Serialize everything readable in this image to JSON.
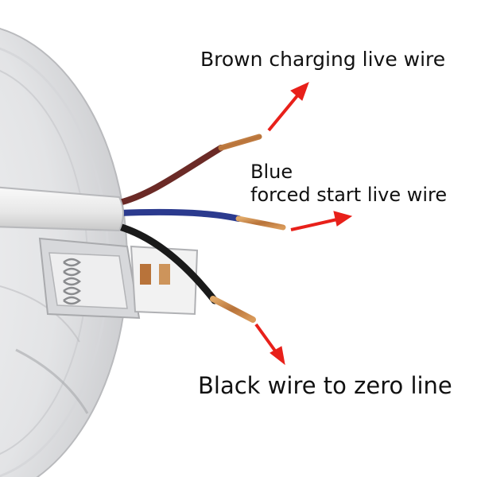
{
  "labels": {
    "brown": "Brown charging live wire",
    "blue_line1": "Blue",
    "blue_line2": "forced start live wire",
    "black": "Black wire to zero line"
  },
  "colors": {
    "arrow": "#e8201a",
    "brown_wire": "#6b2a26",
    "blue_wire": "#2b3a8e",
    "black_wire": "#1a1a1a",
    "copper": "#c98a4a",
    "housing": "#e9eaec"
  }
}
